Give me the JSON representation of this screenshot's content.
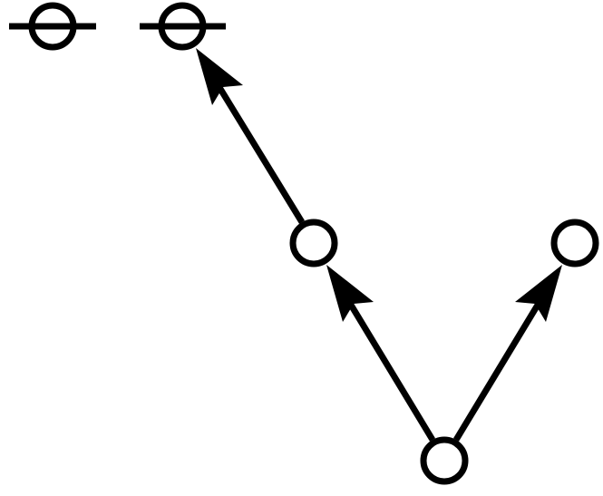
{
  "diagram": {
    "type": "directed-graph",
    "colors": {
      "stroke": "#000000",
      "fill": "#ffffff"
    },
    "nodes": [
      {
        "id": "n1",
        "marker": "barred"
      },
      {
        "id": "n2",
        "marker": "barred"
      },
      {
        "id": "n3",
        "marker": "plain"
      },
      {
        "id": "n4",
        "marker": "plain"
      },
      {
        "id": "n5",
        "marker": "plain"
      }
    ],
    "edges": [
      {
        "from": "n3",
        "to": "n2"
      },
      {
        "from": "n5",
        "to": "n3"
      },
      {
        "from": "n5",
        "to": "n4"
      }
    ]
  }
}
